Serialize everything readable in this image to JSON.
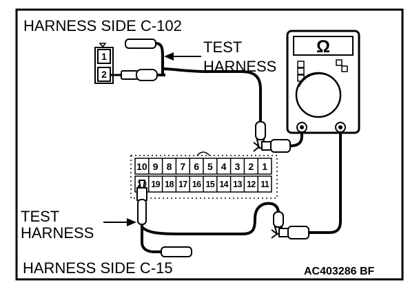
{
  "labels": {
    "top_title": "HARNESS SIDE C-102",
    "bottom_title": "HARNESS SIDE C-15",
    "figure_code": "AC403286 BF",
    "test_harness_top_line1": "TEST",
    "test_harness_top_line2": "HARNESS",
    "test_harness_bottom_line1": "TEST",
    "test_harness_bottom_line2": "HARNESS"
  },
  "connector_c102": {
    "pins": [
      "1",
      "2"
    ]
  },
  "connector_c15": {
    "top_row": [
      "10",
      "9",
      "8",
      "7",
      "6",
      "5",
      "4",
      "3",
      "2",
      "1"
    ],
    "bottom_row": [
      "20",
      "19",
      "18",
      "17",
      "16",
      "15",
      "14",
      "13",
      "12",
      "11"
    ]
  },
  "meter": {
    "mode_symbol": "Ω",
    "icon": "ohmmeter-icon"
  }
}
